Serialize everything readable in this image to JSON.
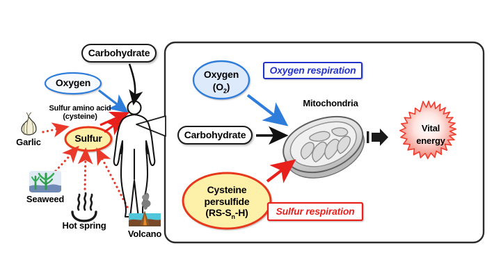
{
  "figure": {
    "title": "Sulfur respiration and oxygen respiration schematic",
    "panels": [
      "left-sources-panel",
      "right-cell-panel"
    ]
  },
  "colors": {
    "oxygen_blue": "#2f6fd0",
    "oxygen_fill": "#dceafc",
    "sulfur_yellow": "#fdf0a8",
    "sulfur_border": "#e8391c",
    "respiration_red": "#e8201c",
    "vital_red": "#ef3b2c",
    "mito_gray": "#d9d9d9",
    "arrow_black": "#111111"
  },
  "left_panel": {
    "carbohydrate": {
      "label": "Carbohydrate",
      "shape": "rounded-pill"
    },
    "oxygen": {
      "label": "Oxygen",
      "shape": "ellipse"
    },
    "sulfur_amino_acid": {
      "line1": "Sulfur amino acid",
      "line2": "(cysteine)"
    },
    "sulfur": {
      "label": "Sulfur",
      "shape": "ellipse"
    },
    "human": {
      "label": "human-body-silhouette"
    },
    "sources": [
      {
        "label": "Garlic",
        "icon": "garlic-icon"
      },
      {
        "label": "Seaweed",
        "icon": "seaweed-icon"
      },
      {
        "label": "Hot spring",
        "icon": "hot-spring-icon"
      },
      {
        "label": "Volcano",
        "icon": "volcano-icon"
      }
    ]
  },
  "right_panel": {
    "oxygen": {
      "line1": "Oxygen",
      "line2": "(O",
      "sub": "2",
      "line2_end": ")"
    },
    "oxygen_respiration": {
      "label": "Oxygen respiration"
    },
    "carbohydrate": {
      "label": "Carbohydrate"
    },
    "mitochondria": {
      "label": "Mitochondria"
    },
    "vital_energy": {
      "line1": "Vital",
      "line2": "energy"
    },
    "cysteine_persulfide": {
      "line1": "Cysteine",
      "line2": "persulfide",
      "line3_pre": "(RS-S",
      "line3_sub": "n",
      "line3_post": "-H)"
    },
    "sulfur_respiration": {
      "label": "Sulfur respiration"
    }
  }
}
